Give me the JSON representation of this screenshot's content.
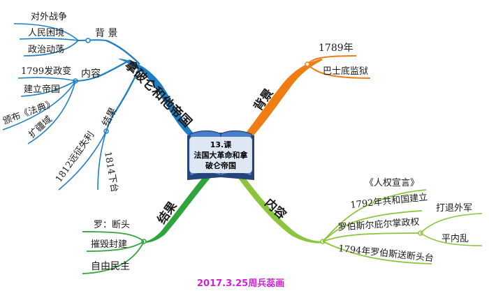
{
  "colors": {
    "napoleon": "#1f7fc4",
    "background": "#f07d12",
    "content": "#8cc43c",
    "result": "#2fa43c",
    "signature": "#d21fd2",
    "center_fill": "#4a7fc8"
  },
  "center": {
    "line1": "13.课",
    "line2": "法国大革命和拿",
    "line3": "破仑帝国"
  },
  "branches": {
    "napoleon": {
      "title": "拿破仑和他帝国",
      "beijing": {
        "label": "背 景",
        "items": [
          "对外战争",
          "人民困境",
          "政治动荡"
        ]
      },
      "neirong": {
        "label": "内容",
        "items": [
          "1799发政变",
          "建立帝国",
          "颁布《法典》",
          "扩疆域"
        ]
      },
      "jieguo": {
        "label": "结果",
        "items": [
          "1812远征失利",
          "1814下台"
        ]
      }
    },
    "background": {
      "title": "背景",
      "items": [
        "1789年",
        "巴士底监狱"
      ]
    },
    "content": {
      "title": "内容",
      "items": [
        "《人权宣言》",
        "1792年共和国建立",
        "罗伯斯尔庇尔掌政权",
        "1794年罗伯斯送断头台"
      ],
      "sub": [
        "打退外军",
        "平内乱"
      ]
    },
    "result": {
      "title": "结果",
      "items": [
        "罗：断头",
        "摧毁封建",
        "自由民主"
      ]
    }
  },
  "signature": "2017.3.25周兵蕊画"
}
